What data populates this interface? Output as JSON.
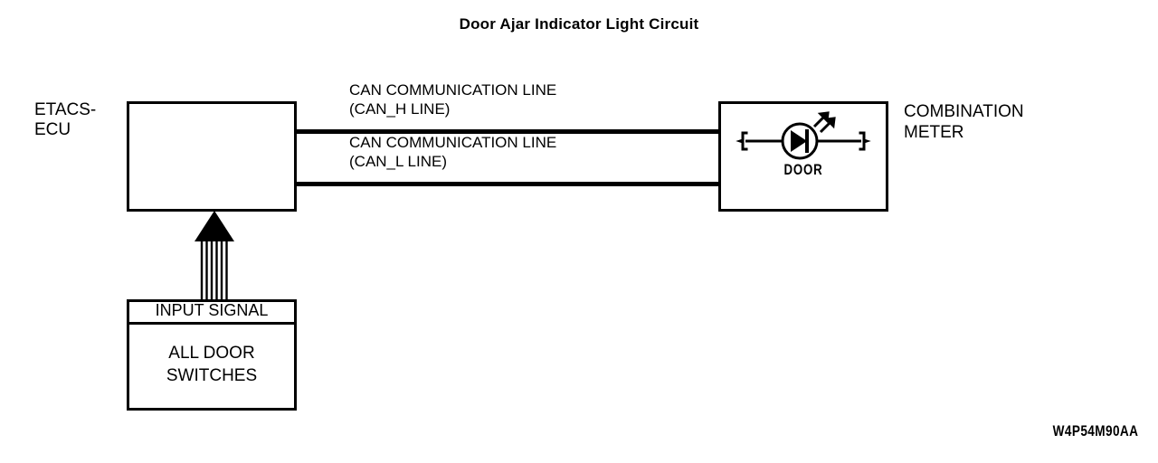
{
  "title": "Door Ajar Indicator Light Circuit",
  "ecu": {
    "label_line1": "ETACS-",
    "label_line2": "ECU"
  },
  "can_bus": {
    "high": {
      "line1": "CAN COMMUNICATION LINE",
      "line2": "(CAN_H LINE)"
    },
    "low": {
      "line1": "CAN COMMUNICATION LINE",
      "line2": "(CAN_L LINE)"
    }
  },
  "meter": {
    "label_line1": "COMBINATION",
    "label_line2": "METER",
    "indicator_caption": "DOOR",
    "indicator_icon": "led-indicator-icon"
  },
  "input_signal": {
    "header": "INPUT SIGNAL",
    "source_line1": "ALL DOOR",
    "source_line2": "SWITCHES",
    "arrow_icon": "striped-up-arrow-icon"
  },
  "part_number": "W4P54M90AA",
  "colors": {
    "ink": "#000000",
    "background": "#ffffff"
  }
}
